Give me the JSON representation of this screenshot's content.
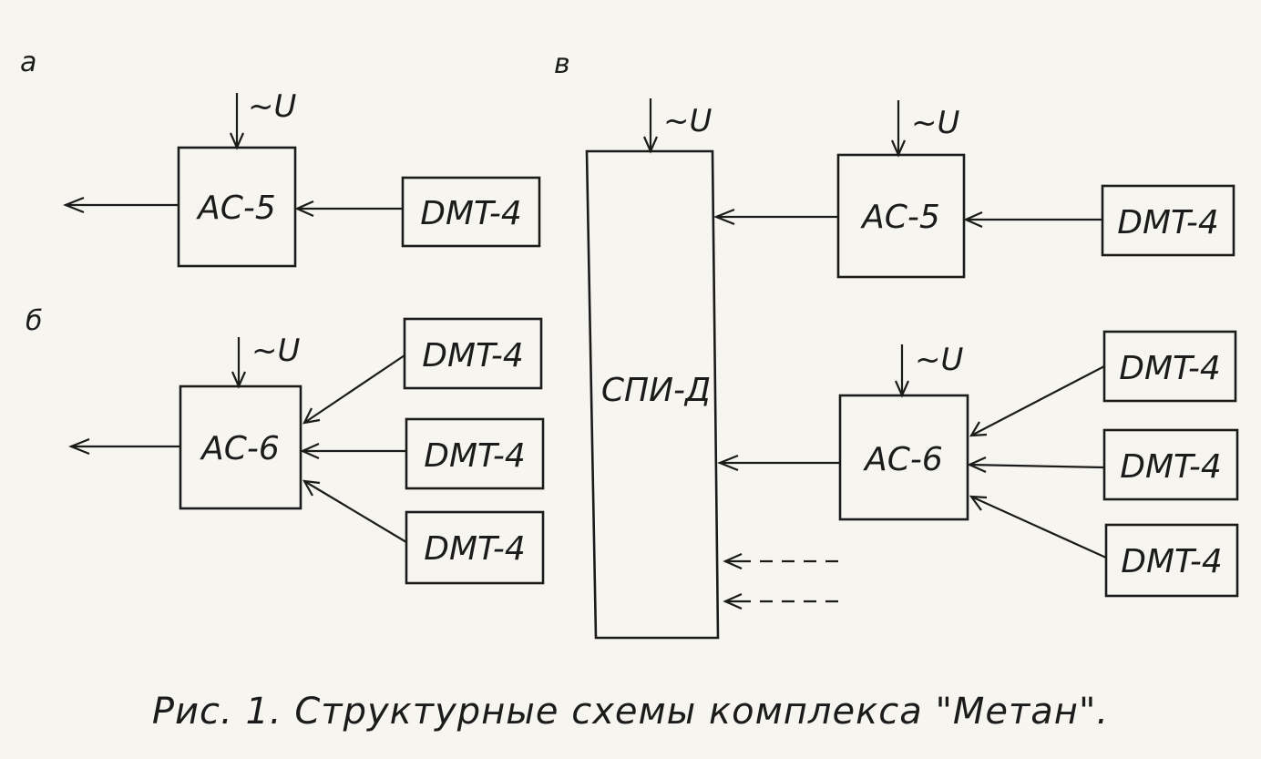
{
  "panels": {
    "a": "а",
    "b": "б",
    "c": "в"
  },
  "labels": {
    "ac5": "AC-5",
    "ac6": "AC-6",
    "dmt4": "DMT-4",
    "spid": "СПИ-Д",
    "supply": "~U"
  },
  "caption": "Рис. 1. Структурные схемы комплекса \"Метан\"."
}
